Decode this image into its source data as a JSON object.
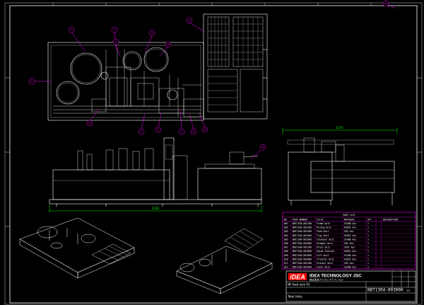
{
  "title_block": {
    "logo_text": "iDEA",
    "company_name": "IDEA TECHNOLOGY JSC",
    "company_subtitle": "株式会社アイディアテクノロジ",
    "drawing_number": "NDT1304-003000",
    "sheet_label": "1/1",
    "project_title": "NF  feed asm A1",
    "label_total": "Total  Units"
  },
  "parts_list": {
    "title": "PART LIST",
    "headers": [
      "No",
      "PART NUMBER",
      "TITLE",
      "MATERIAL",
      "QTY",
      "DESCRIPTION"
    ],
    "rows": [
      [
        "001",
        "NDT1304-003100",
        "Frame Unit",
        "SS400 Ass",
        "1",
        ""
      ],
      [
        "002",
        "NDT1304-003200",
        "Pickup Unit",
        "A5052 Ass",
        "1",
        ""
      ],
      [
        "003",
        "NDT1304-003300",
        "Feed Unit",
        "SUS Ass",
        "1",
        ""
      ],
      [
        "004",
        "NDT1304-003400",
        "Tray Unit",
        "A5052 Ass",
        "1",
        ""
      ],
      [
        "005",
        "NDT1304-003500",
        "Conveyor Unit",
        "SS400 Ass",
        "1",
        ""
      ],
      [
        "006",
        "NDT1304-003600",
        "Stopper Unit",
        "SUS Ass",
        "1",
        ""
      ],
      [
        "007",
        "NDT1304-003700",
        "Press Unit",
        "S45C Ass",
        "1",
        ""
      ],
      [
        "008",
        "NDT1304-003800",
        "Guide Station",
        "A5052 Ass",
        "1",
        ""
      ],
      [
        "009",
        "NDT1304-003900",
        "Lift Unit",
        "SS400 Ass",
        "1",
        ""
      ],
      [
        "010",
        "NDT1304-004000",
        "Transfer Unit",
        "A5052 Ass",
        "1",
        ""
      ],
      [
        "011",
        "NDT1304-004100",
        "Stocker Unit",
        "SUS Ass",
        "1",
        ""
      ],
      [
        "012",
        "NDT1304-004200",
        "Cover Unit",
        "SS400 Ass",
        "1",
        ""
      ]
    ]
  },
  "dimensions": {
    "front_overall": "2220",
    "side_overall": "1170"
  },
  "balloons": [
    "1",
    "2",
    "3",
    "4",
    "5",
    "6",
    "7",
    "8",
    "9",
    "10",
    "11",
    "12",
    "13",
    "14",
    "15"
  ],
  "colors": {
    "background": "#000000",
    "linework": "#ffffff",
    "balloon": "#ff00ff",
    "dimension": "#00ff00",
    "table_frame": "#ff00ff"
  }
}
